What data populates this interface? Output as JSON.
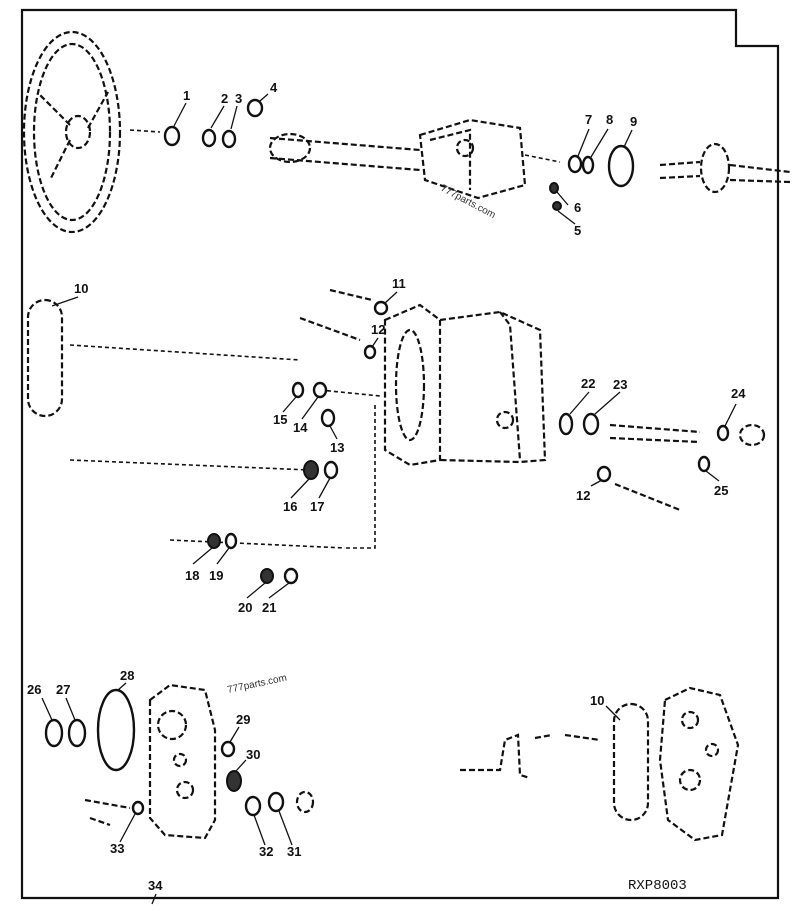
{
  "figure_code": "RXP8003",
  "watermark_top": "777parts.com",
  "watermark_bottom": "777parts.com",
  "callouts": {
    "c1": "1",
    "c2": "2",
    "c3": "3",
    "c4": "4",
    "c5": "5",
    "c6": "6",
    "c7": "7",
    "c8": "8",
    "c9": "9",
    "c10a": "10",
    "c10b": "10",
    "c11": "11",
    "c12a": "12",
    "c12b": "12",
    "c13": "13",
    "c14": "14",
    "c15": "15",
    "c16": "16",
    "c17": "17",
    "c18": "18",
    "c19": "19",
    "c20": "20",
    "c21": "21",
    "c22": "22",
    "c23": "23",
    "c24": "24",
    "c25": "25",
    "c26": "26",
    "c27": "27",
    "c28": "28",
    "c29": "29",
    "c30": "30",
    "c31": "31",
    "c32": "32",
    "c33": "33",
    "c34": "34"
  }
}
